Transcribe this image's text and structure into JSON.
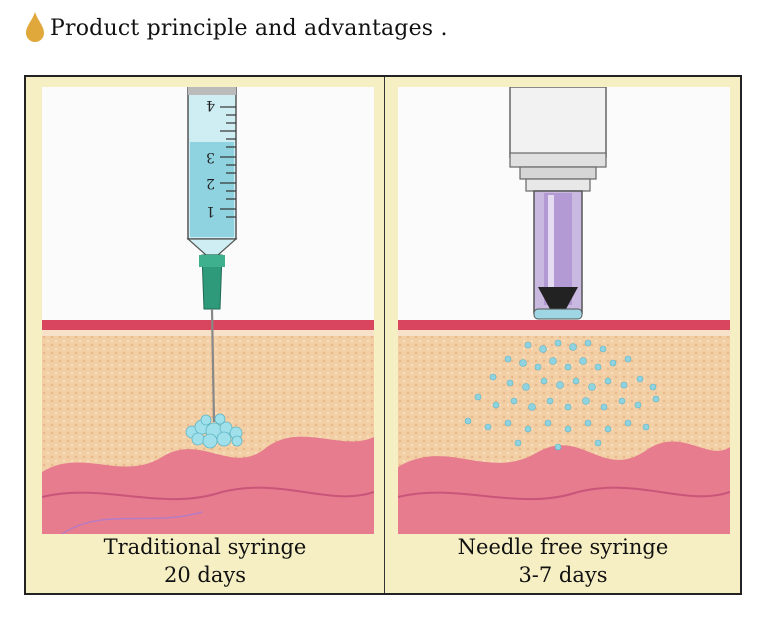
{
  "header": {
    "title": "Product principle and advantages ."
  },
  "panels": [
    {
      "name": "Traditional syringe",
      "duration": "20 days"
    },
    {
      "name": "Needle free syringe",
      "duration": "3-7 days"
    }
  ],
  "syringe_scale": [
    "1",
    "2",
    "3",
    "4"
  ],
  "colors": {
    "drop": "#e0a73a",
    "skin_line": "#d9455e",
    "tissue": "#f3cfa6",
    "dermis": "#e67c8d",
    "liquid": "#8fd3e0",
    "frame_bg": "#f6efc4"
  }
}
